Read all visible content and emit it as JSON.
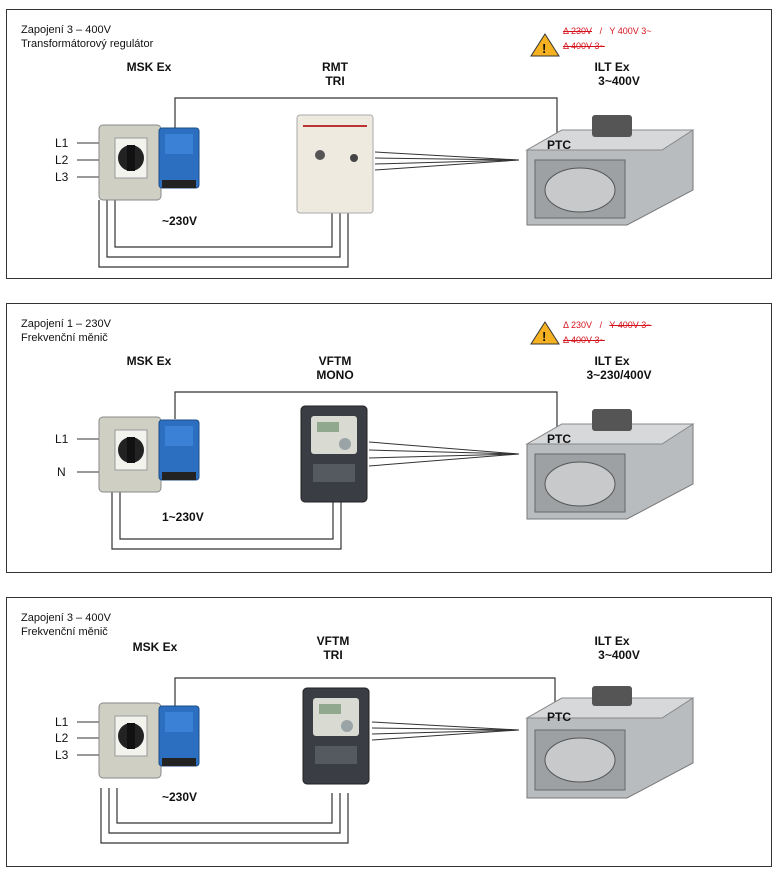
{
  "panels": [
    {
      "title": "Zapojení  3 – 400V",
      "subtitle": "Transformátorový regulátor",
      "switch_label": "MSK Ex",
      "controller_label_1": "RMT",
      "controller_label_2": "TRI",
      "fan_label_1": "ILT Ex",
      "fan_label_2": "3~400V",
      "ptc": "PTC",
      "voltage": "~230V",
      "lines": [
        "L1",
        "L2",
        "L3"
      ],
      "warning": {
        "delta_230": "Δ 230V",
        "sep": "/",
        "star_400": "Y 400V 3~",
        "delta_400": "Δ 400V 3~"
      }
    },
    {
      "title": "Zapojení  1 – 230V",
      "subtitle": "Frekvenční měnič",
      "switch_label": "MSK Ex",
      "controller_label_1": "VFTM",
      "controller_label_2": "MONO",
      "fan_label_1": "ILT Ex",
      "fan_label_2": "3~230/400V",
      "ptc": "PTC",
      "voltage": "1~230V",
      "lines": [
        "L1",
        "N"
      ],
      "warning": {
        "delta_230": "Δ 230V",
        "sep": "/",
        "star_400": "Y 400V 3~",
        "delta_400": "Δ 400V 3~"
      }
    },
    {
      "title": "Zapojení 3 – 400V",
      "subtitle": "Frekvenční měnič",
      "switch_label": "MSK Ex",
      "controller_label_1": "VFTM",
      "controller_label_2": "TRI",
      "fan_label_1": "ILT Ex",
      "fan_label_2": "3~400V",
      "ptc": "PTC",
      "voltage": "~230V",
      "lines": [
        "L1",
        "L2",
        "L3"
      ]
    }
  ],
  "colors": {
    "wire": "#333333",
    "switch_body": "#cfcfc4",
    "relay_blue": "#2c6fc0",
    "rmt_box": "#efeadf",
    "vftm_body": "#3a3d44",
    "fan_metal": "#b9bcbf",
    "warning_red": "#d4131d",
    "warning_yellow": "#f5b120"
  },
  "icons": [
    "warning-triangle-icon",
    "switch-icon",
    "relay-icon",
    "controller-icon",
    "fan-icon"
  ]
}
